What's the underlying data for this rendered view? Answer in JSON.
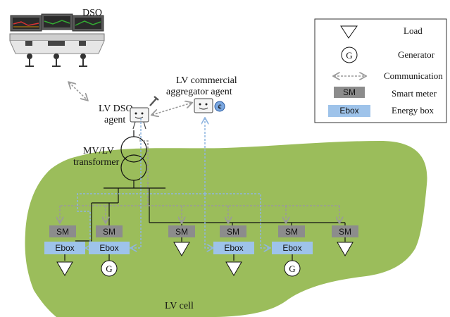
{
  "labels": {
    "dso": "DSO",
    "lv_dso_agent_line1": "LV DSO",
    "lv_dso_agent_line2": "agent",
    "commercial_line1": "LV commercial",
    "commercial_line2": "aggregator agent",
    "transformer_line1": "MV/LV",
    "transformer_line2": "transformer",
    "lv_cell": "LV cell",
    "euro": "€"
  },
  "legend": {
    "items": [
      {
        "icon": "load-triangle",
        "label": "Load"
      },
      {
        "icon": "generator-circle",
        "symbol": "G",
        "label": "Generator"
      },
      {
        "icon": "communication-arrow",
        "label": "Communication"
      },
      {
        "icon": "smart-meter-box",
        "symbol": "SM",
        "label": "Smart meter"
      },
      {
        "icon": "energy-box",
        "symbol": "Ebox",
        "label": "Energy box"
      }
    ]
  },
  "nodes": {
    "sm": "SM",
    "ebox": "Ebox",
    "generator": "G"
  },
  "colors": {
    "cell_green": "#9bbd5b",
    "smart_meter_gray": "#8c8c8c",
    "ebox_blue": "#9ec3ea",
    "comm_gray": "#9a9a9a",
    "comm_blue": "#8fb5e0"
  }
}
